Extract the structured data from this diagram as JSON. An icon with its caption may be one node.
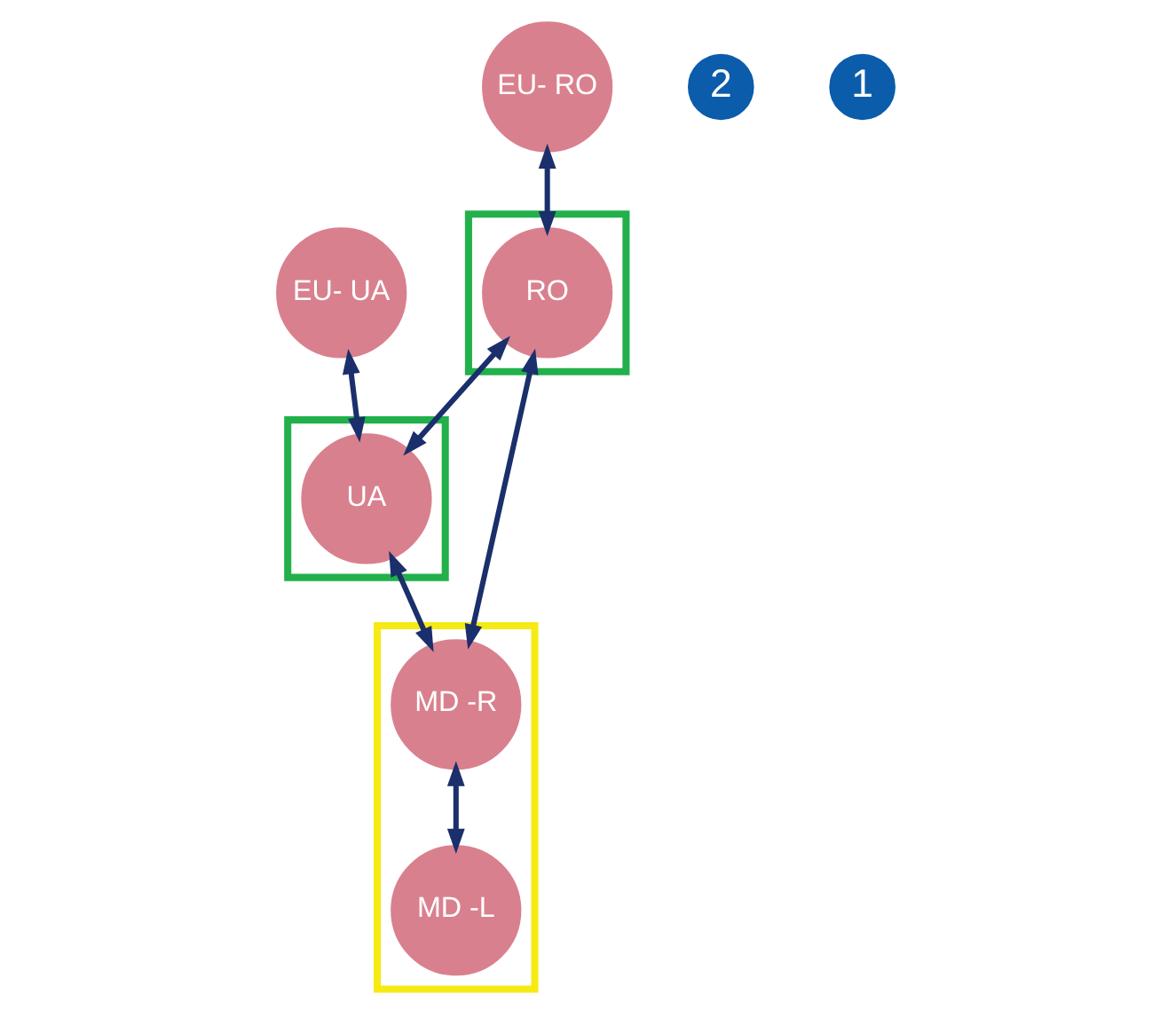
{
  "diagram": {
    "nodes": [
      {
        "text": [
          "EU- UA"
        ]
      },
      {
        "text": [],
        "shape": "box"
      },
      {
        "text": [
          "UA"
        ],
        "in": 1
      },
      {
        "text": [
          "2"
        ]
      },
      {
        "text": [
          "EU- RO"
        ]
      },
      {
        "text": [
          "1"
        ]
      },
      {
        "text": [],
        "shape": "box"
      },
      {
        "text": [
          "MD -R"
        ],
        "in": 6
      },
      {
        "text": [
          "MD -L"
        ],
        "in": 6
      },
      {
        "text": [],
        "shape": "box"
      },
      {
        "text": [
          "RO"
        ],
        "in": 9
      }
    ],
    "edges": [
      {
        "from": 0,
        "to": 2,
        "arrow": "both"
      },
      {
        "from": 2,
        "to": 7,
        "arrow": "both"
      },
      {
        "from": 4,
        "to": 10,
        "arrow": "both"
      },
      {
        "from": 10,
        "to": 2,
        "arrow": "both"
      },
      {
        "from": 10,
        "to": 7,
        "arrow": "both"
      },
      {
        "from": 7,
        "to": 8,
        "arrow": "both"
      }
    ]
  }
}
